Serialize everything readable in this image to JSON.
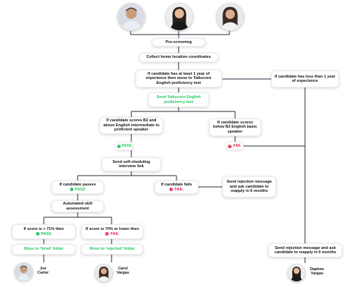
{
  "steps": {
    "prescreening": "Pre-screening",
    "collect_location": "Collect home location coordinates",
    "cond_experience": "If candidate has at least 1 year of experience then move to Talkscore English proficiency test",
    "cond_less_experience": "If candidate has less than 1 year of expecience",
    "send_test": "Send Talkscore English proficiency test",
    "cond_b2_above": "If candidate scores B2 and above English intermediate to proficient speaker",
    "cond_below_b2": "If candidate scores below B2 English basic speaker",
    "send_interview_link": "Send self-sheduling interview link",
    "cond_passes": "If candidate passes",
    "cond_fails": "If candidate fails",
    "send_rejection_1": "Send rejection message and ask candidate to reapply in 6 months",
    "skill_assessment": "Automated skill assessment",
    "cond_score_high": "If score is > 71% then",
    "cond_score_low": "If score is 70% or lower then",
    "move_hired": "Move to 'hired' folder",
    "move_rejected": "Move to 'rejected' folder",
    "send_rejection_2": "Send rejection message and ask candidate to reapply in 6 months"
  },
  "labels": {
    "pass": "PASS",
    "fail": "FAIL"
  },
  "people": {
    "joe_line1": "Joe",
    "joe_line2": "Carter",
    "carol_line1": "Carol",
    "carol_line2": "Vargas",
    "daphne_line1": "Daphne",
    "daphne_line2": "Vargas"
  },
  "colors": {
    "line": "#1f2937",
    "pass_green": "#22c55e",
    "fail_red": "#e11d48"
  }
}
